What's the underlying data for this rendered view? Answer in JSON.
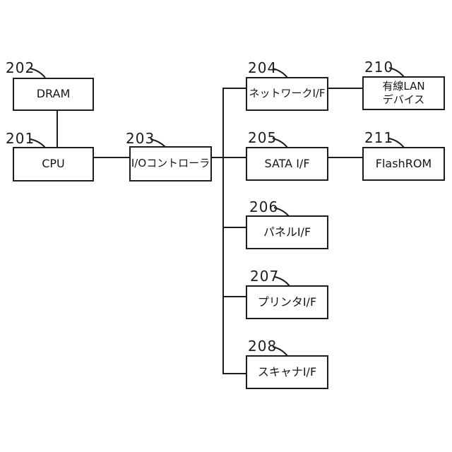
{
  "figure": {
    "type": "block-diagram",
    "background_color": "#ffffff",
    "line_color": "#1d1d1d",
    "text_color": "#151515"
  },
  "nodes": [
    {
      "id": "dram",
      "ref": "202",
      "label": "DRAM"
    },
    {
      "id": "cpu",
      "ref": "201",
      "label": "CPU"
    },
    {
      "id": "io-controller",
      "ref": "203",
      "label": "I/Oコントローラ"
    },
    {
      "id": "network-if",
      "ref": "204",
      "label": "ネットワークI/F"
    },
    {
      "id": "wired-lan-device",
      "ref": "210",
      "label": "有線LAN\nデバイス"
    },
    {
      "id": "sata-if",
      "ref": "205",
      "label": "SATA I/F"
    },
    {
      "id": "flashrom",
      "ref": "211",
      "label": "FlashROM"
    },
    {
      "id": "panel-if",
      "ref": "206",
      "label": "パネルI/F"
    },
    {
      "id": "printer-if",
      "ref": "207",
      "label": "プリンタI/F"
    },
    {
      "id": "scanner-if",
      "ref": "208",
      "label": "スキャナI/F"
    }
  ],
  "edges": [
    {
      "from": "dram",
      "to": "cpu"
    },
    {
      "from": "cpu",
      "to": "io-controller"
    },
    {
      "from": "io-controller",
      "to": "network-if"
    },
    {
      "from": "io-controller",
      "to": "sata-if"
    },
    {
      "from": "io-controller",
      "to": "panel-if"
    },
    {
      "from": "io-controller",
      "to": "printer-if"
    },
    {
      "from": "io-controller",
      "to": "scanner-if"
    },
    {
      "from": "network-if",
      "to": "wired-lan-device"
    },
    {
      "from": "sata-if",
      "to": "flashrom"
    }
  ]
}
